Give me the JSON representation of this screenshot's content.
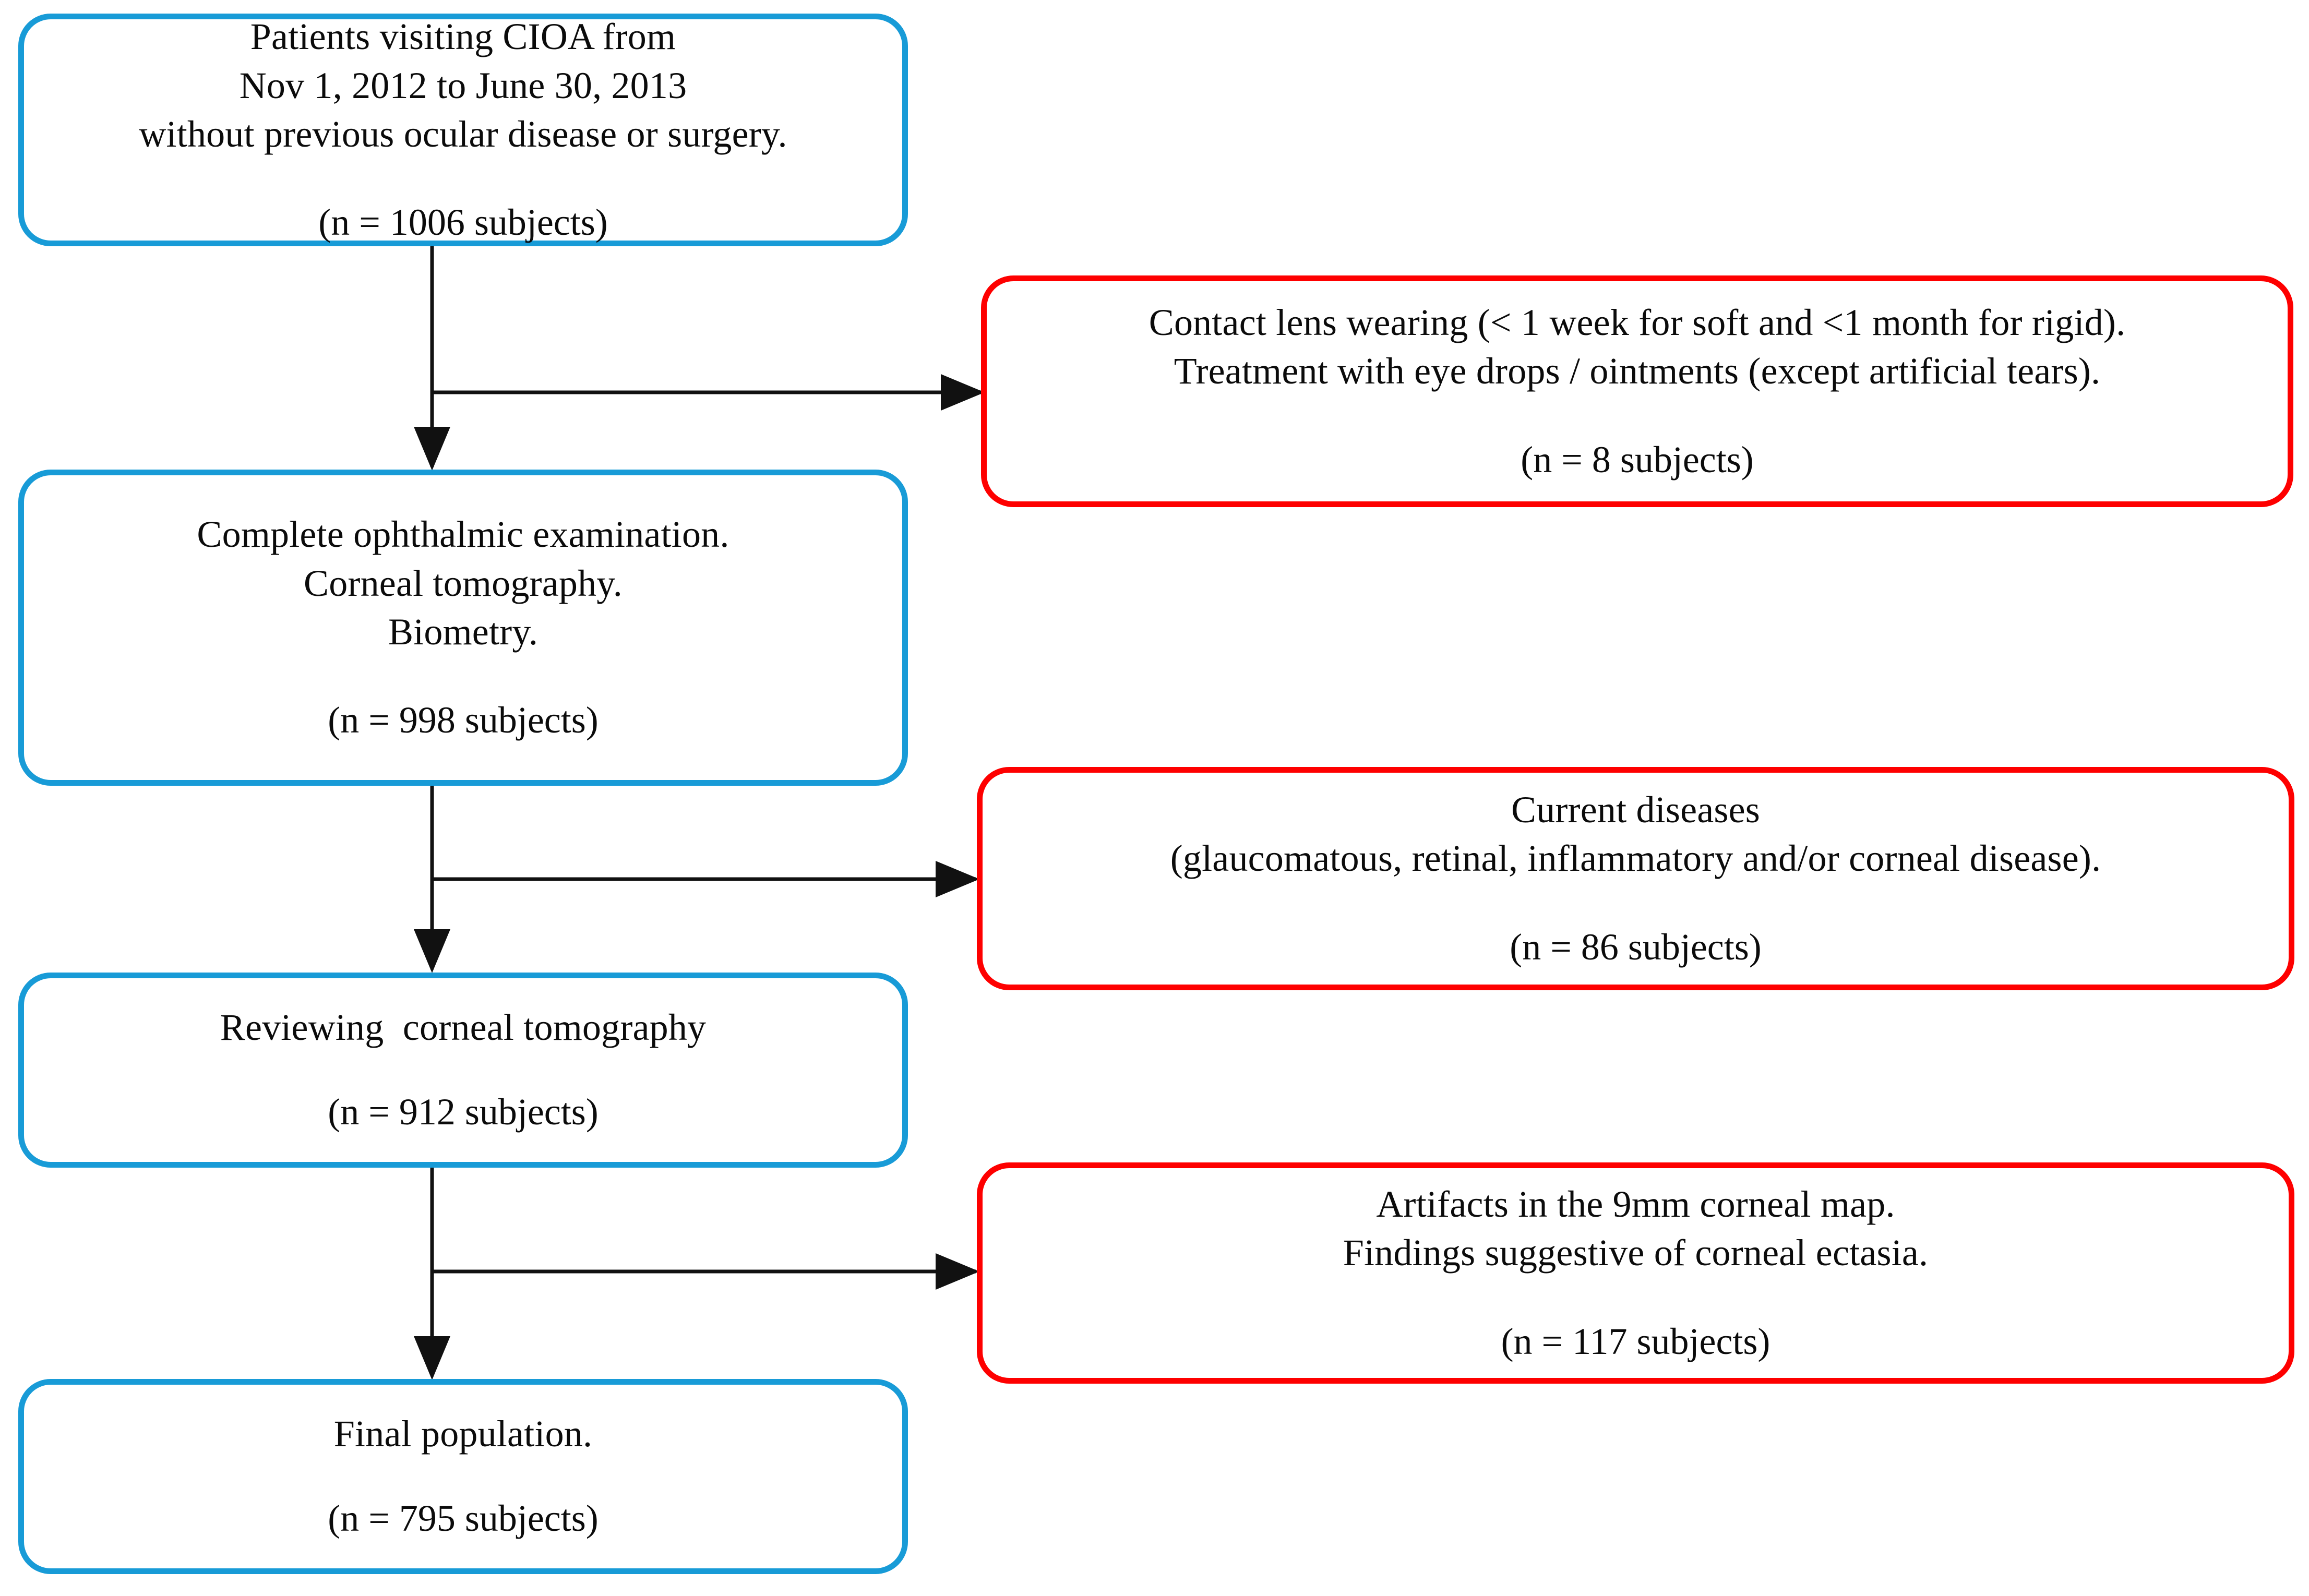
{
  "diagram": {
    "title": "Study population flow diagram",
    "colors": {
      "include_border": "#189BD7",
      "exclude_border": "#FE0000",
      "connector": "#111111",
      "background": "#FFFFFF",
      "text": "#0B0B0B"
    },
    "include_nodes": [
      {
        "id": "enrollment",
        "lines": [
          "Patients visiting CIOA from",
          "Nov 1, 2012 to June 30, 2013",
          "without previous ocular disease or surgery."
        ],
        "count": "(n = 1006 subjects)",
        "n": 1006
      },
      {
        "id": "examination",
        "lines": [
          "Complete ophthalmic examination.",
          "Corneal tomography.",
          "Biometry."
        ],
        "count": "(n = 998 subjects)",
        "n": 998
      },
      {
        "id": "review",
        "lines": [
          "Reviewing  corneal tomography"
        ],
        "count": "(n = 912 subjects)",
        "n": 912
      },
      {
        "id": "final",
        "lines": [
          "Final population."
        ],
        "count": "(n = 795 subjects)",
        "n": 795
      }
    ],
    "exclude_nodes": [
      {
        "id": "exclusion-contact-lens",
        "lines": [
          "Contact lens wearing (< 1 week for soft and <1 month for rigid).",
          "Treatment with eye drops / ointments (except artificial tears)."
        ],
        "count": "(n = 8 subjects)",
        "n": 8
      },
      {
        "id": "exclusion-current-diseases",
        "lines": [
          "Current diseases",
          "(glaucomatous, retinal, inflammatory and/or corneal disease)."
        ],
        "count": "(n = 86 subjects)",
        "n": 86
      },
      {
        "id": "exclusion-artifacts",
        "lines": [
          "Artifacts in the 9mm corneal map.",
          "Findings suggestive of corneal ectasia."
        ],
        "count": "(n = 117 subjects)",
        "n": 117
      }
    ]
  }
}
